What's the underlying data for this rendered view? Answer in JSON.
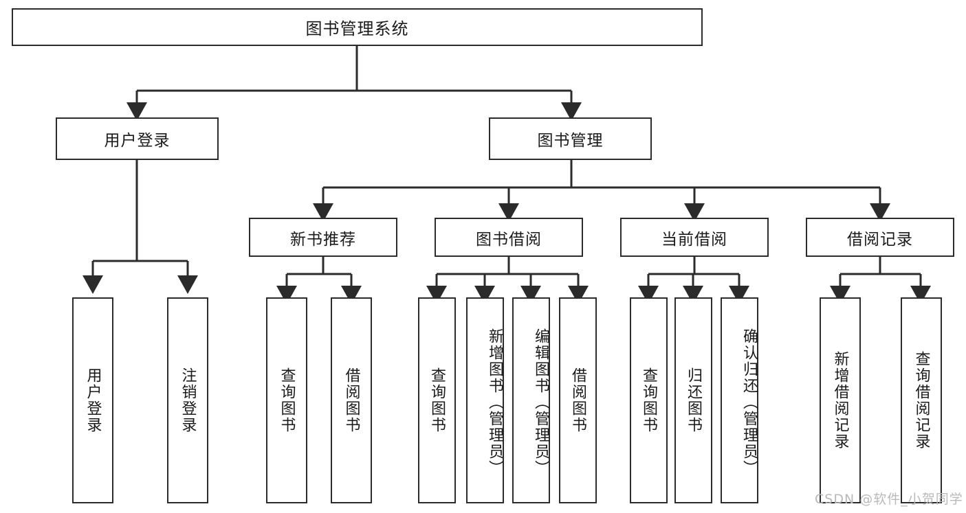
{
  "diagram": {
    "title": "图书管理系统",
    "watermark": "CSDN @软件_小贺同学",
    "levels": {
      "root": {
        "label": "图书管理系统"
      },
      "level2": [
        {
          "label": "用户登录"
        },
        {
          "label": "图书管理"
        }
      ],
      "level3": [
        {
          "label": "新书推荐"
        },
        {
          "label": "图书借阅"
        },
        {
          "label": "当前借阅"
        },
        {
          "label": "借阅记录"
        }
      ],
      "level4": [
        {
          "label": "用户登录"
        },
        {
          "label": "注销登录"
        },
        {
          "label": "查询图书"
        },
        {
          "label": "借阅图书"
        },
        {
          "label": "查询图书"
        },
        {
          "label": "新增图书（管理员）"
        },
        {
          "label": "编辑图书（管理员）"
        },
        {
          "label": "借阅图书"
        },
        {
          "label": "查询图书"
        },
        {
          "label": "归还图书"
        },
        {
          "label": "确认归还（管理员）"
        },
        {
          "label": "新增借阅记录"
        },
        {
          "label": "查询借阅记录"
        }
      ]
    },
    "colors": {
      "stroke": "#2b2b2b",
      "fill": "#ffffff",
      "text": "#1a1a1a",
      "watermark": "#b9b9b9"
    }
  }
}
